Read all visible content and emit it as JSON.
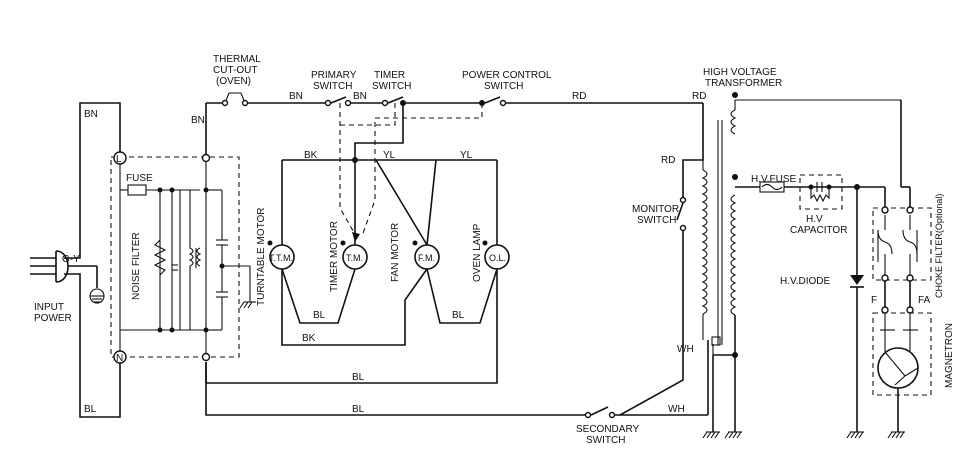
{
  "diagram": {
    "input_power": [
      "INPUT",
      "POWER"
    ],
    "ground_wire": "G-Y",
    "terminal_L": "L",
    "terminal_N": "N",
    "wire_BN": "BN",
    "wire_BL": "BL",
    "wire_BK": "BK",
    "wire_YL": "YL",
    "wire_RD": "RD",
    "wire_WH": "WH",
    "fuse": "FUSE",
    "noise_filter": "NOISE FILTER",
    "thermal_cutout": [
      "THERMAL",
      "CUT-OUT",
      "(OVEN)"
    ],
    "primary_switch": [
      "PRIMARY",
      "SWITCH"
    ],
    "timer_switch": [
      "TIMER",
      "SWITCH"
    ],
    "power_control_switch": [
      "POWER CONTROL",
      "SWITCH"
    ],
    "hv_transformer": [
      "HIGH  VOLTAGE",
      "TRANSFORMER"
    ],
    "monitor_switch": [
      "MONITOR",
      "SWITCH"
    ],
    "secondary_switch": [
      "SECONDARY",
      "SWITCH"
    ],
    "turntable_motor": "TURNTABLE MOTOR",
    "ttm": "T.T.M.",
    "timer_motor": "TIMER MOTOR",
    "tm": "T.M.",
    "fan_motor": "FAN MOTOR",
    "fm": "F.M.",
    "oven_lamp": "OVEN LAMP",
    "ol": "O.L.",
    "hv_fuse": "H.V.FUSE",
    "hv_capacitor": [
      "H.V",
      "CAPACITOR"
    ],
    "hv_diode": "H.V.DIODE",
    "choke_filter": "CHOKE FILTER(Optional)",
    "f": "F",
    "fa": "FA",
    "magnetron": "MAGNETRON"
  }
}
